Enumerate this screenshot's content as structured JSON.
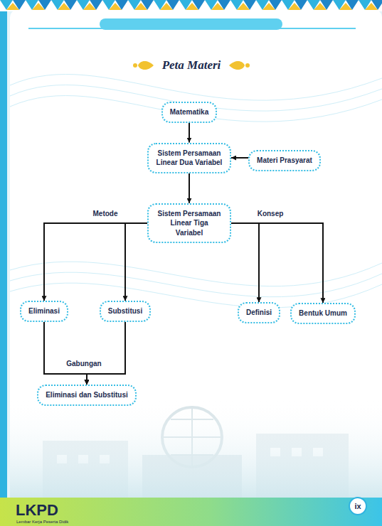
{
  "diagram": {
    "title": "Peta Materi",
    "nodes": [
      {
        "text": [
          "Matematika"
        ]
      },
      {
        "text": [
          "Sistem Persamaan Linear Dua Variabel"
        ]
      },
      {
        "text": [
          "Materi Prasyarat"
        ]
      },
      {
        "text": [
          "Sistem Persamaan Linear Tiga Variabel"
        ]
      },
      {
        "text": [
          "Eliminasi"
        ]
      },
      {
        "text": [
          "Substitusi"
        ]
      },
      {
        "text": [
          "Definisi"
        ]
      },
      {
        "text": [
          "Bentuk Umum"
        ]
      },
      {
        "text": [
          "Eliminasi dan Substitusi"
        ]
      }
    ],
    "edges": [
      {
        "from": 0,
        "to": 1,
        "arrow": "to"
      },
      {
        "from": 2,
        "to": 1,
        "arrow": "to"
      },
      {
        "from": 1,
        "to": 3,
        "arrow": "to"
      },
      {
        "from": 3,
        "to": 4,
        "arrow": "to",
        "label": "Metode"
      },
      {
        "from": 3,
        "to": 5,
        "arrow": "to"
      },
      {
        "from": 3,
        "to": 6,
        "arrow": "to",
        "label": "Konsep"
      },
      {
        "from": 3,
        "to": 7,
        "arrow": "to"
      },
      {
        "from": 4,
        "to": 8,
        "arrow": "to",
        "label": "Gabungan"
      },
      {
        "from": 5,
        "to": 8,
        "arrow": "to"
      }
    ],
    "labels": [
      "LKPD",
      "Lembar Kerja Peserta Didik",
      "ix"
    ]
  }
}
